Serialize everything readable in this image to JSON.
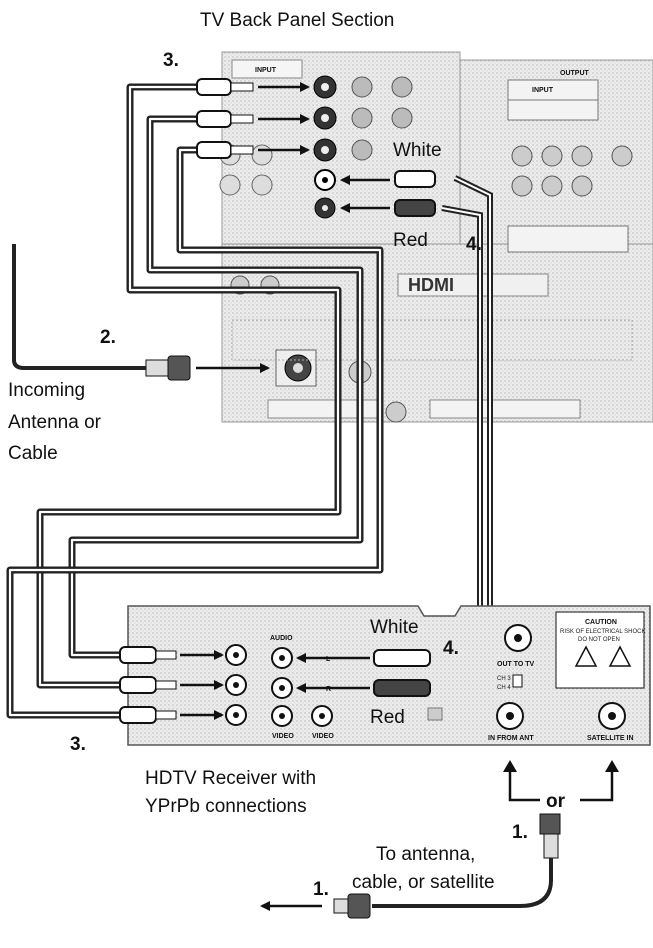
{
  "title": "TV Back Panel Section",
  "steps": {
    "step1_top": "1.",
    "step1_bottom": "1.",
    "step2": "2.",
    "step3_top": "3.",
    "step3_bottom": "3.",
    "step4_top": "4.",
    "step4_bottom": "4."
  },
  "tv_panel": {
    "white_label": "White",
    "red_label": "Red",
    "input_label": "INPUT",
    "output_label": "OUTPUT",
    "hdmi_label": "HDMI"
  },
  "receiver": {
    "white_label": "White",
    "red_label": "Red",
    "audio_label": "AUDIO",
    "l_label": "L",
    "r_label": "R",
    "video_label_1": "VIDEO",
    "video_label_2": "VIDEO",
    "out_to_tv": "OUT TO TV",
    "ch3": "CH 3",
    "ch4": "CH 4",
    "in_from_ant": "IN FROM ANT",
    "satellite_in": "SATELLITE IN",
    "caution_title": "CAUTION",
    "caution_line1": "RISK OF ELECTRICAL SHOCK",
    "caution_line2": "DO NOT OPEN",
    "caption_line1": "HDTV Receiver with",
    "caption_line2": "YPrPb connections"
  },
  "antenna": {
    "line1": "Incoming",
    "line2": "Antenna or",
    "line3": "Cable"
  },
  "or_label": "or",
  "destination": {
    "line1": "To antenna,",
    "line2": "cable, or satellite"
  }
}
